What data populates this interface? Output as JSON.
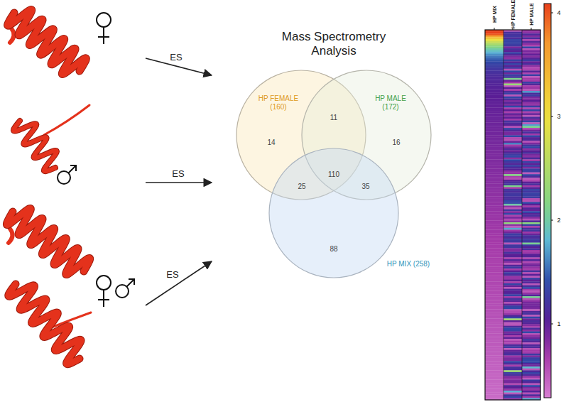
{
  "diagram": {
    "title": "Mass Spectrometry Analysis",
    "nodes": [
      {
        "text": [
          "HP FEMALE (160)"
        ]
      },
      {
        "text": [
          "HP MALE (172)"
        ]
      },
      {
        "text": [
          "HP MIX (258)"
        ]
      }
    ],
    "labels": [
      "ES",
      "ES",
      "ES",
      "14",
      "11",
      "16",
      "110",
      "25",
      "35",
      "88",
      "HP MIX",
      "HP FEMALE",
      "HP MALE",
      "4",
      "3",
      "2",
      "1"
    ]
  }
}
